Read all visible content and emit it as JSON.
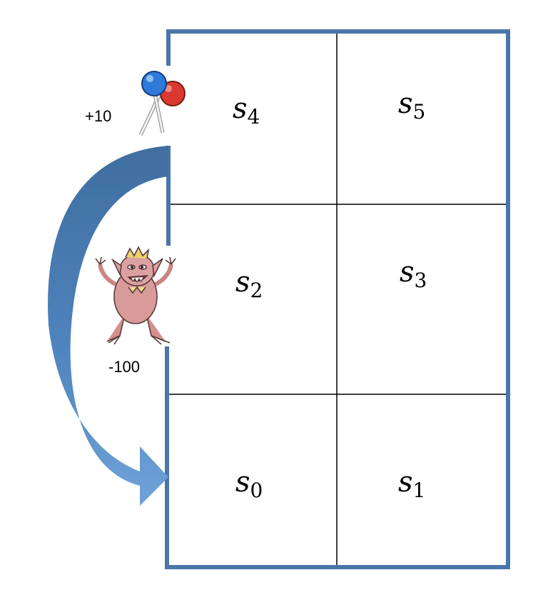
{
  "grid": {
    "states": [
      {
        "id": "s4",
        "base": "s",
        "sub": "4"
      },
      {
        "id": "s5",
        "base": "s",
        "sub": "5"
      },
      {
        "id": "s2",
        "base": "s",
        "sub": "2"
      },
      {
        "id": "s3",
        "base": "s",
        "sub": "3"
      },
      {
        "id": "s0",
        "base": "s",
        "sub": "0"
      },
      {
        "id": "s1",
        "base": "s",
        "sub": "1"
      }
    ],
    "border_color": "#4a76a8",
    "line_color": "#000000"
  },
  "rewards": {
    "candy": {
      "label": "+10",
      "icon": "lollipop-icon"
    },
    "monster": {
      "label": "-100",
      "icon": "monster-icon"
    }
  },
  "arrow": {
    "icon": "curved-arrow-icon",
    "color_dark": "#3f6e9f",
    "color_light": "#6fa3d8"
  }
}
